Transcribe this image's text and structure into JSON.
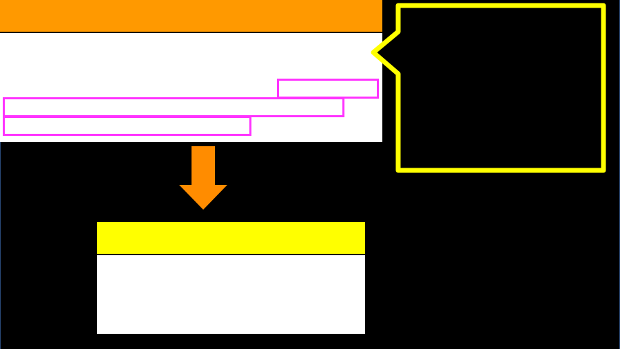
{
  "colors": {
    "background": "#000000",
    "top_panel_header": "#ff9900",
    "bottom_panel_header": "#ffff00",
    "panel_body": "#ffffff",
    "text_box_outline": "#ff33ff",
    "callout_outline": "#ffff00",
    "callout_fill": "#000000",
    "arrow": "#ff8c00"
  },
  "icons": {
    "arrow": "arrow-down-icon",
    "callout": "speech-bubble-icon"
  },
  "top_panel": {
    "header_text": "",
    "body_text": ""
  },
  "bottom_panel": {
    "header_text": "",
    "body_text": ""
  },
  "callout": {
    "text": ""
  },
  "text_boxes": [
    {
      "id": "box-1",
      "text": ""
    },
    {
      "id": "box-2",
      "text": ""
    },
    {
      "id": "box-3",
      "text": ""
    }
  ]
}
